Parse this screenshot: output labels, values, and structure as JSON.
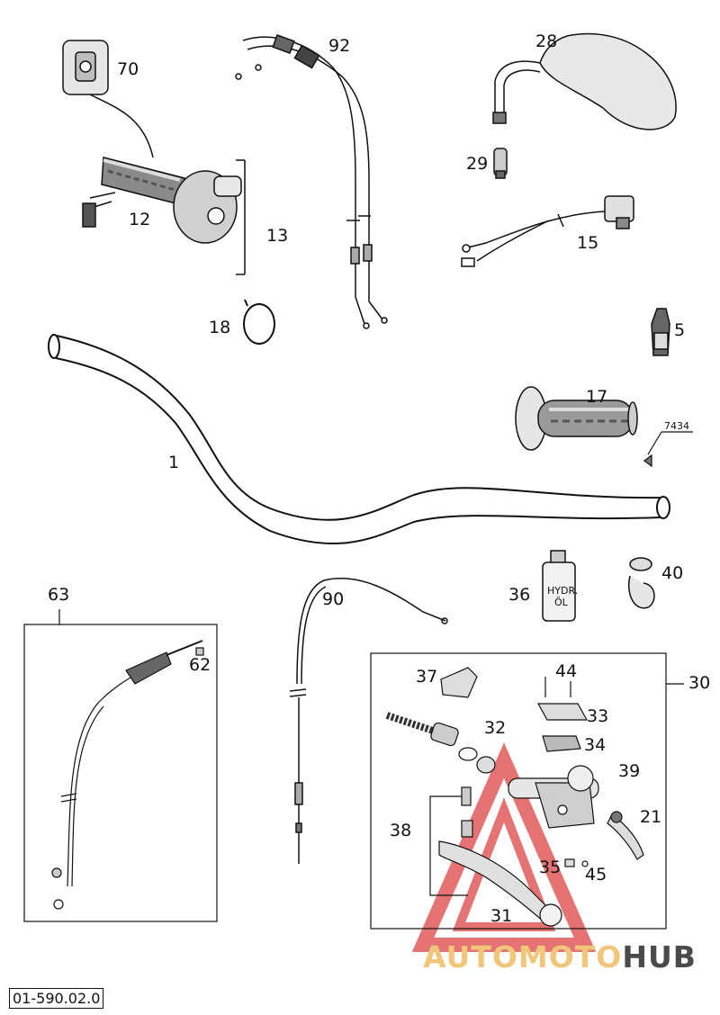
{
  "diagram_code": "01-590.02.0",
  "watermark": {
    "part1": "AUTOMOTO",
    "part2": "HUB",
    "color_primary": "#f0c77a",
    "color_secondary": "#4a4a4a",
    "triangle_color": "#e25b5b"
  },
  "parts": {
    "p1": "1",
    "p5": "5",
    "p12": "12",
    "p13": "13",
    "p15": "15",
    "p17": "17",
    "p18": "18",
    "p21": "21",
    "p28": "28",
    "p29": "29",
    "p30": "30",
    "p31": "31",
    "p32": "32",
    "p33": "33",
    "p34": "34",
    "p35": "35",
    "p36": "36",
    "p37": "37",
    "p38": "38",
    "p39": "39",
    "p40": "40",
    "p44": "44",
    "p45": "45",
    "p62": "62",
    "p63": "63",
    "p70": "70",
    "p90": "90",
    "p92": "92",
    "p7434": "7434"
  },
  "bottle_text": {
    "line1": "HYDR.",
    "line2": "ÖL"
  }
}
